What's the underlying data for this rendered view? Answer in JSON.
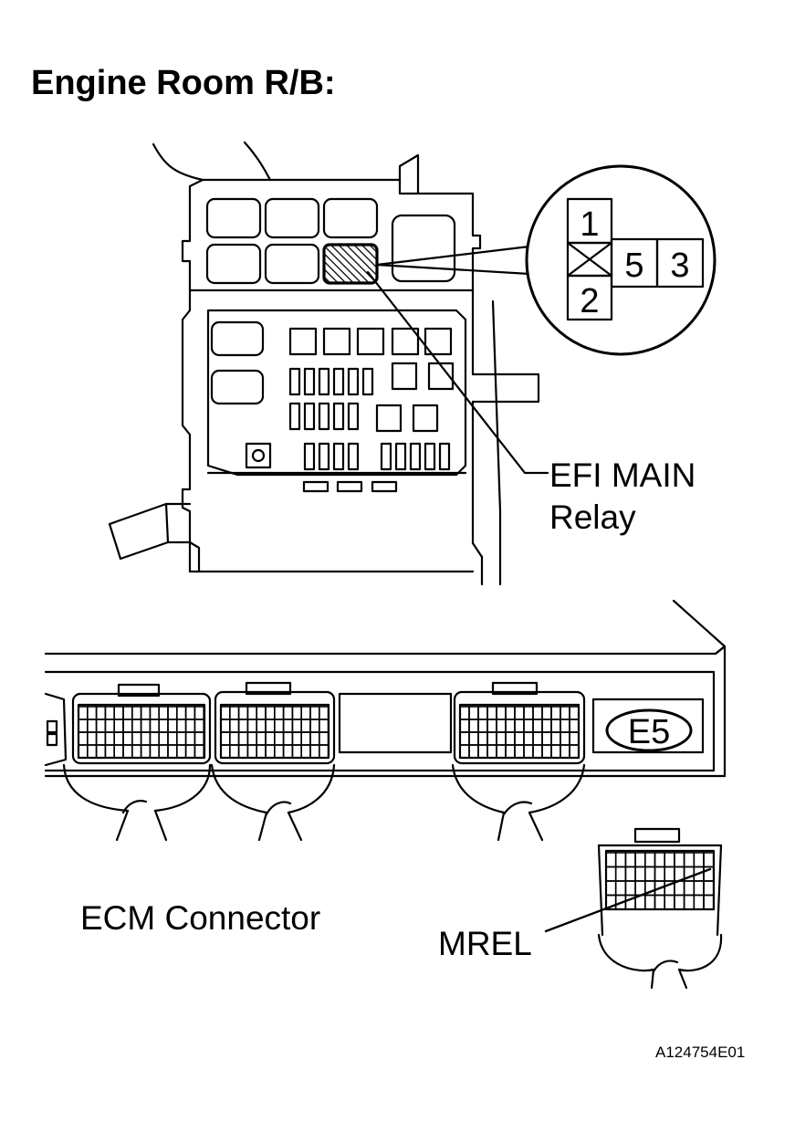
{
  "title": "Engine Room R/B:",
  "relay_label": {
    "line1": "EFI MAIN",
    "line2": "Relay"
  },
  "relay_pins": {
    "pin1": "1",
    "pin2": "2",
    "pin5": "5",
    "pin3": "3"
  },
  "ecm_label": "ECM Connector",
  "connector_tag": "E5",
  "mrel_label": "MREL",
  "figure_id": "A124754E01",
  "colors": {
    "ink": "#000000",
    "paper": "#ffffff"
  }
}
